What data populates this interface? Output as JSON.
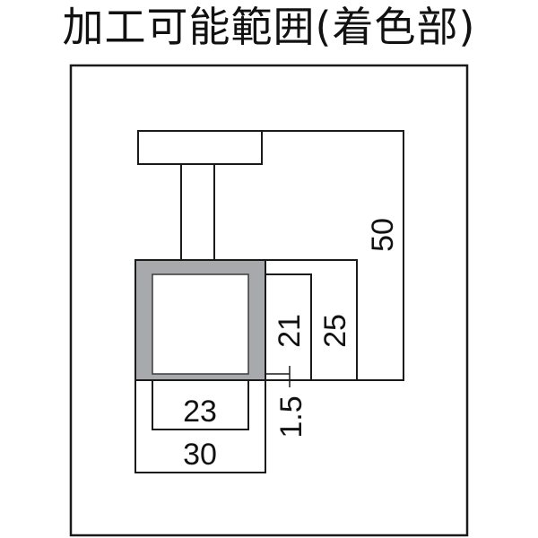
{
  "title": "加工可能範囲(着色部)",
  "colors": {
    "line": "#1a1a1a",
    "shaded": "#a7a9ac",
    "background": "#ffffff"
  },
  "dimensions": {
    "height_total": "50",
    "outer_height": "25",
    "inner_height": "21",
    "wall_thickness": "1.5",
    "inner_width": "23",
    "outer_width": "30"
  }
}
